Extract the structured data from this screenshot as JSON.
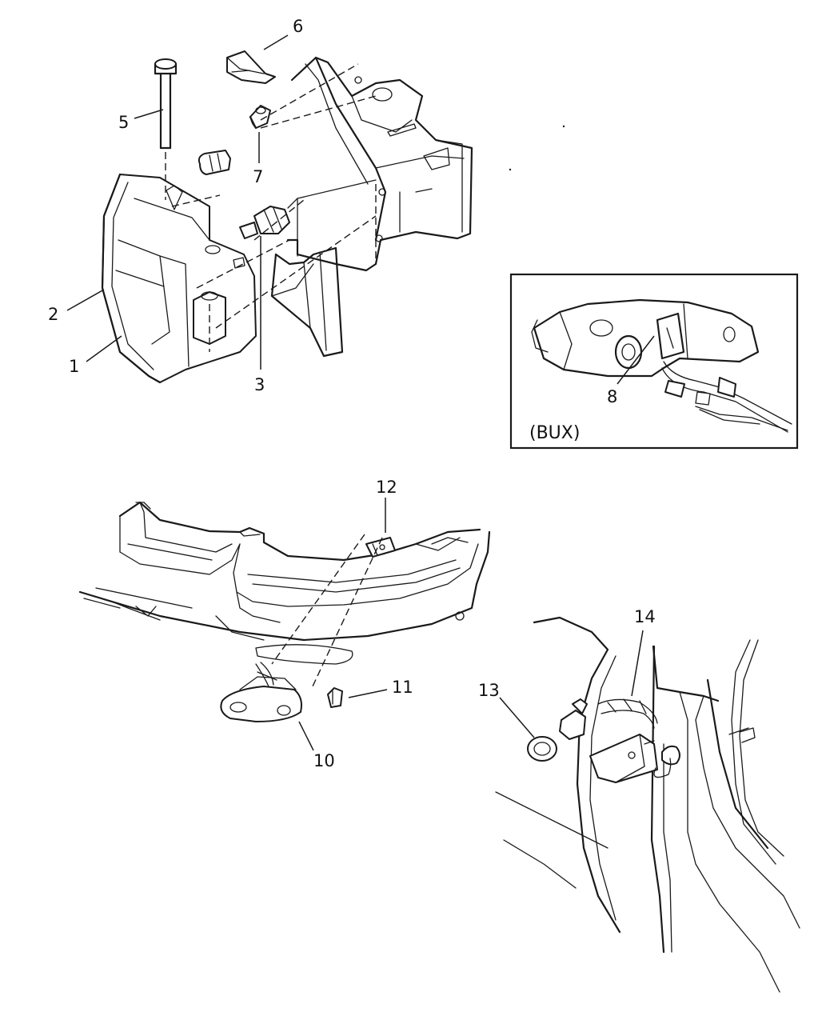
{
  "callouts": {
    "n1": "1",
    "n2": "2",
    "n3": "3",
    "n5": "5",
    "n6": "6",
    "n7": "7",
    "n8": "8",
    "n10": "10",
    "n11": "11",
    "n12": "12",
    "n13": "13",
    "n14": "14"
  },
  "inset": {
    "label": "(BUX)"
  },
  "colors": {
    "line": "#1a1a1a",
    "background": "#ffffff"
  }
}
